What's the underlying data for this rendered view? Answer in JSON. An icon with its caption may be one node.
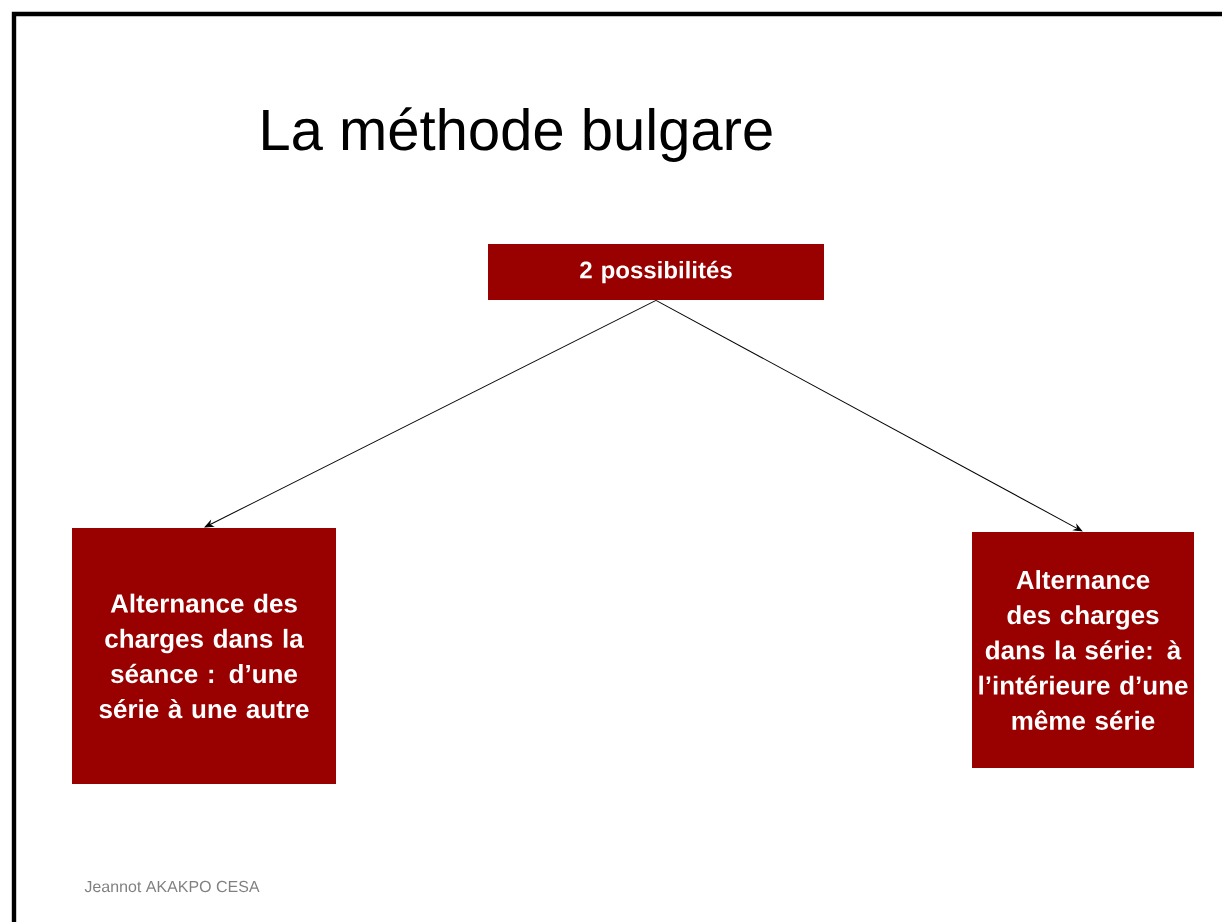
{
  "diagram": {
    "title": "La méthode bulgare",
    "nodes": [
      {
        "text": [
          "2 possibilités"
        ]
      },
      {
        "text": [
          "Alternance des charges dans la séance : d’une série à une autre"
        ]
      },
      {
        "text": [
          "Alternance des charges dans la série: à l’intérieure d’une même série"
        ]
      }
    ],
    "edges": [
      {
        "from": 0,
        "to": 1,
        "arrow": "to"
      },
      {
        "from": 0,
        "to": 2,
        "arrow": "to"
      }
    ],
    "labels": [
      "Jeannot AKAKPO   CESA"
    ]
  }
}
